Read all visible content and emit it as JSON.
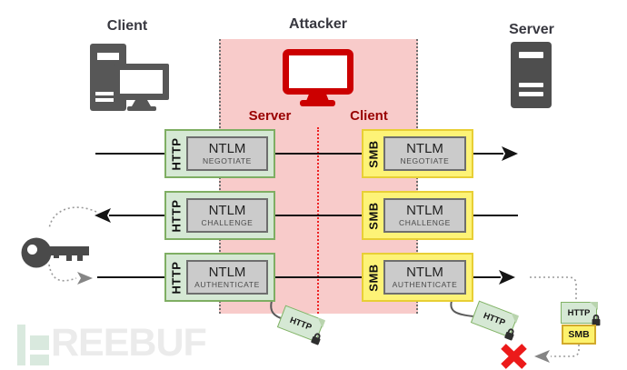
{
  "header": {
    "client_label": "Client",
    "attacker_label": "Attacker",
    "server_label": "Server"
  },
  "attacker_zone": {
    "left_role": "Server",
    "right_role": "Client"
  },
  "rows": [
    {
      "left": {
        "protocol": "HTTP",
        "name": "NTLM",
        "step": "NEGOTIATE"
      },
      "right": {
        "protocol": "SMB",
        "name": "NTLM",
        "step": "NEGOTIATE"
      }
    },
    {
      "left": {
        "protocol": "HTTP",
        "name": "NTLM",
        "step": "CHALLENGE"
      },
      "right": {
        "protocol": "SMB",
        "name": "NTLM",
        "step": "CHALLENGE"
      }
    },
    {
      "left": {
        "protocol": "HTTP",
        "name": "NTLM",
        "step": "AUTHENTICATE"
      },
      "right": {
        "protocol": "SMB",
        "name": "NTLM",
        "step": "AUTHENTICATE"
      }
    }
  ],
  "tags": {
    "auth_left": "HTTP",
    "auth_right": "HTTP",
    "stack_http": "HTTP",
    "stack_smb": "SMB"
  },
  "icons": {
    "client": "desktop-computer-icon",
    "attacker": "red-monitor-icon",
    "server": "server-tower-icon",
    "key": "key-icon",
    "lock": "padlock-icon",
    "blocked": "red-x-icon"
  },
  "watermark": {
    "text": "REEBUF"
  },
  "colors": {
    "zone_pink": "#f8cbca",
    "attacker_red": "#cc0000",
    "role_label_red": "#990000",
    "relay_green_fill": "#d5e8d4",
    "relay_green_border": "#7fae63",
    "smb_yellow_fill": "#fdf377",
    "smb_yellow_border": "#e8cf35",
    "inner_gray_fill": "#cbcbcb",
    "red_x": "#ec1a1a"
  }
}
